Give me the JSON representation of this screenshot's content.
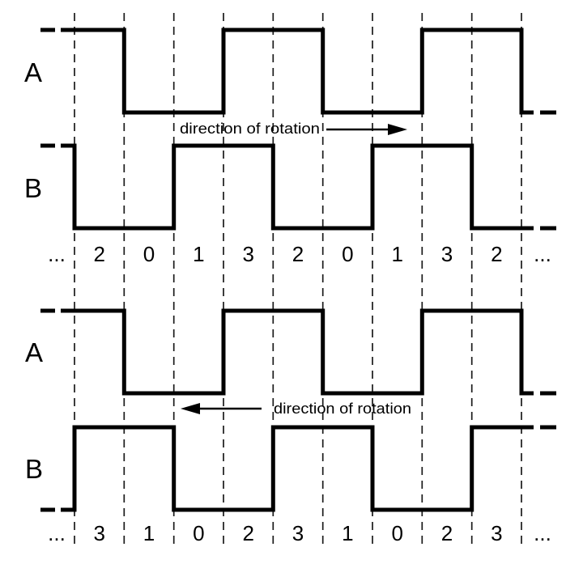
{
  "colors": {
    "line": "#000000",
    "background": "#ffffff"
  },
  "diagrams": [
    {
      "id": "top",
      "direction_label": "direction of rotation",
      "arrow_direction": "right",
      "signals": [
        {
          "label": "A",
          "levels": [
            1,
            1,
            0,
            0,
            1,
            1,
            0,
            0,
            1,
            1,
            0
          ]
        },
        {
          "label": "B",
          "levels": [
            1,
            0,
            0,
            1,
            1,
            0,
            0,
            1,
            1,
            0,
            0
          ]
        }
      ],
      "states": [
        "...",
        "2",
        "0",
        "1",
        "3",
        "2",
        "0",
        "1",
        "3",
        "2",
        "..."
      ]
    },
    {
      "id": "bottom",
      "direction_label": "direction of rotation",
      "arrow_direction": "left",
      "signals": [
        {
          "label": "A",
          "levels": [
            1,
            1,
            0,
            0,
            1,
            1,
            0,
            0,
            1,
            1,
            0
          ]
        },
        {
          "label": "B",
          "levels": [
            0,
            1,
            1,
            0,
            0,
            1,
            1,
            0,
            0,
            1,
            1
          ]
        }
      ],
      "states": [
        "...",
        "3",
        "1",
        "0",
        "2",
        "3",
        "1",
        "0",
        "2",
        "3",
        "..."
      ]
    }
  ]
}
